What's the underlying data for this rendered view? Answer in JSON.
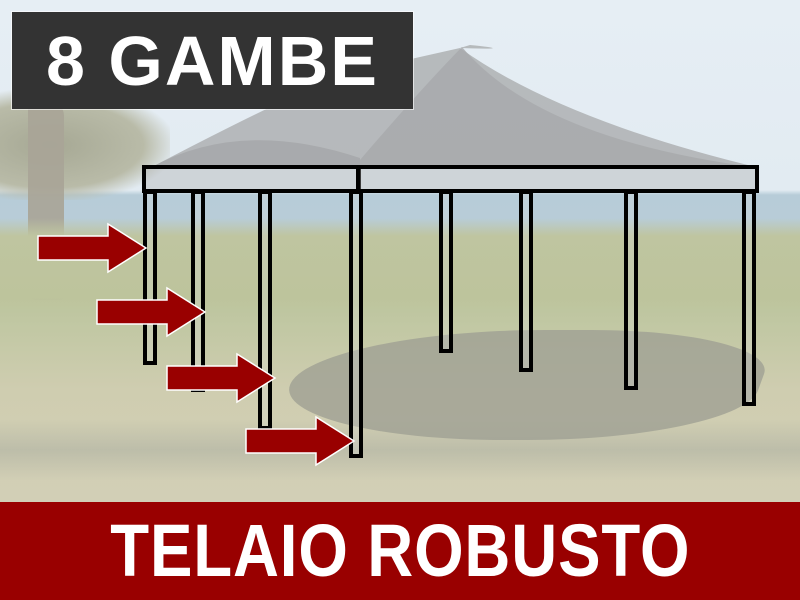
{
  "header": {
    "label": "8 GAMBE",
    "background": "#333333",
    "text_color": "#ffffff"
  },
  "footer": {
    "label": "TELAIO ROBUSTO",
    "background": "#990000",
    "text_color": "#ffffff"
  },
  "illustration": {
    "subject": "pop-up gazebo frame with 8 legs highlighted",
    "outline_color": "#000000",
    "arrow_color": "#990000",
    "arrow_count": 4,
    "leg_count": 8
  }
}
